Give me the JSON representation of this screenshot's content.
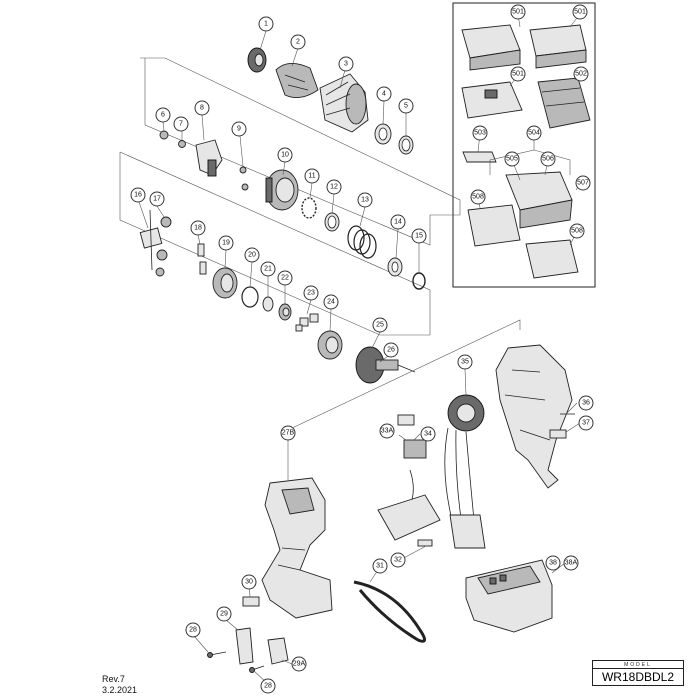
{
  "revision": "Rev.7",
  "date": "3.2.2021",
  "model_caption": "MODEL",
  "model_value": "WR18DBDL2",
  "callouts": {
    "c1": "1",
    "c2": "2",
    "c3": "3",
    "c4": "4",
    "c5": "5",
    "c6": "6",
    "c7": "7",
    "c8": "8",
    "c9": "9",
    "c10": "10",
    "c11": "11",
    "c12": "12",
    "c13": "13",
    "c14": "14",
    "c15": "15",
    "c16": "16",
    "c17": "17",
    "c18": "18",
    "c19": "19",
    "c20": "20",
    "c21": "21",
    "c22": "22",
    "c23": "23",
    "c24": "24",
    "c25": "25",
    "c26": "26",
    "c27b": "27B",
    "c28a": "28",
    "c28b": "28",
    "c29": "29",
    "c29a": "29A",
    "c30": "30",
    "c31": "31",
    "c32": "32",
    "c33a": "33A",
    "c34": "34",
    "c35": "35",
    "c36": "36",
    "c37": "37",
    "c38": "38",
    "c38a": "38A",
    "c501a": "501",
    "c501b": "501",
    "c501c": "501",
    "c502": "502",
    "c503": "503",
    "c504": "504",
    "c505": "505",
    "c506": "506",
    "c507": "507",
    "c508a": "508",
    "c508b": "508"
  }
}
